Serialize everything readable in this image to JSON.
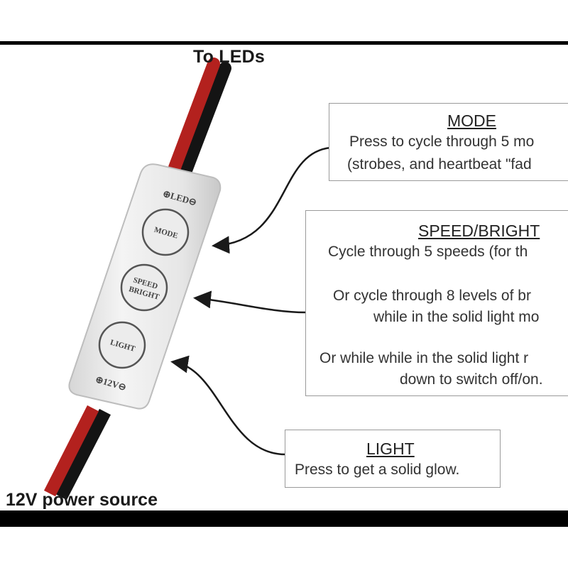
{
  "labels": {
    "top": "To LEDs",
    "bottom": "12V power source"
  },
  "controller": {
    "led_marking": "⊕LED⊖",
    "power_marking": "⊕12V⊖",
    "buttons": {
      "mode": "MODE",
      "speed_line1": "SPEED",
      "speed_line2": "BRIGHT",
      "light": "LIGHT"
    }
  },
  "callouts": {
    "mode": {
      "title": "MODE",
      "lines": [
        "Press to cycle through 5 mo",
        "(strobes, and heartbeat \"fad"
      ]
    },
    "speed": {
      "title": "SPEED/BRIGHT",
      "lines": [
        "Cycle through 5 speeds (for th",
        "Or cycle through 8 levels of br",
        "while in the solid light mo",
        "Or while while in the solid light r",
        "down to switch off/on."
      ]
    },
    "light": {
      "title": "LIGHT",
      "lines": [
        "Press to get a solid glow."
      ]
    }
  },
  "colors": {
    "wire_red": "#b3211e",
    "wire_black": "#141414",
    "controller_body": "#ececec",
    "border_gray": "#9a9a9a"
  }
}
